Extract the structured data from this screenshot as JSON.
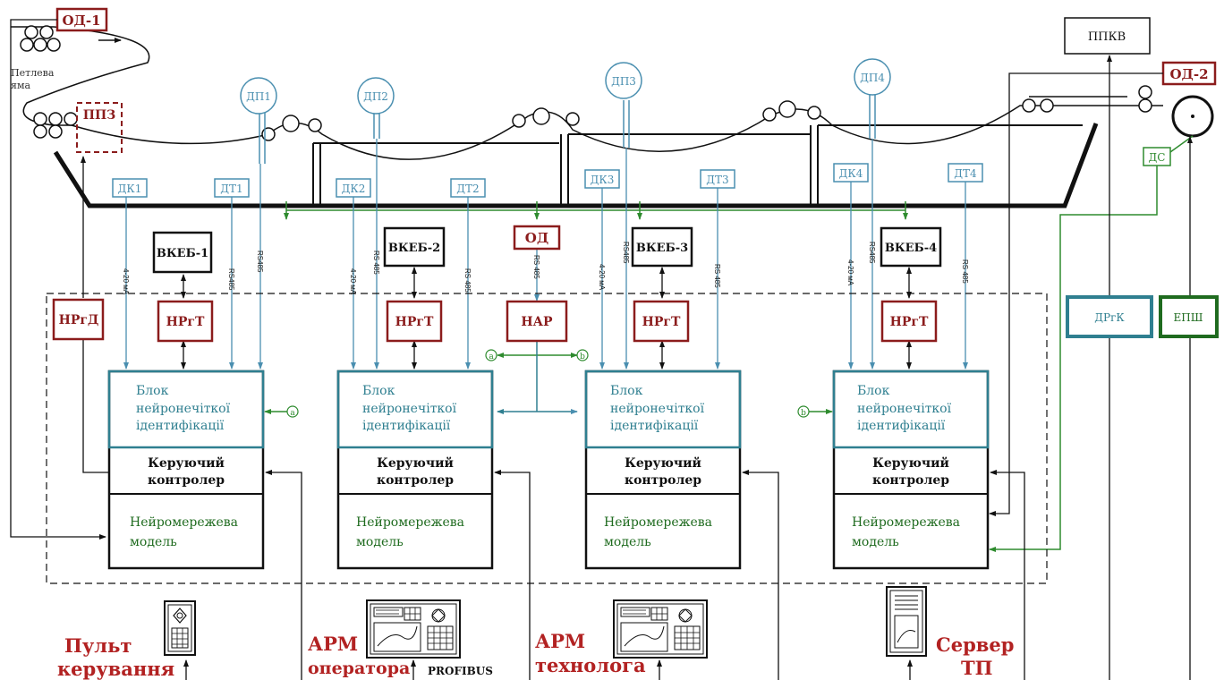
{
  "top": {
    "od1": "ОД-1",
    "od2": "ОД-2",
    "loop_pit_line1": "Петлева",
    "loop_pit_line2": "яма",
    "ppz": "ППЗ",
    "ppkv": "ППКВ",
    "ds": "ДС"
  },
  "sensors": {
    "dp": [
      "ДП1",
      "ДП2",
      "ДП3",
      "ДП4"
    ],
    "dk": [
      "ДК1",
      "ДК2",
      "ДК3",
      "ДК4"
    ],
    "dt": [
      "ДТ1",
      "ДТ2",
      "ДТ3",
      "ДТ4"
    ]
  },
  "signals": {
    "ma": "4-20 мА",
    "rs485_a": "RS485",
    "rs485_b": "RS 485"
  },
  "center": {
    "od": "ОД",
    "nar": "НАР",
    "conn_a": "a",
    "conn_b": "b"
  },
  "sections": {
    "vkeb": [
      "ВКЕБ-1",
      "ВКЕБ-2",
      "ВКЕБ-3",
      "ВКЕБ-4"
    ],
    "nrgt": "НРгТ",
    "nrgd": "НРгД",
    "fuzzy_line1": "Блок",
    "fuzzy_line2": "нейронечіткої",
    "fuzzy_line3": "ідентифікації",
    "ctrl_line1": "Керуючий",
    "ctrl_line2": "контролер",
    "nn_line1": "Нейромережева",
    "nn_line2": "модель"
  },
  "drives": {
    "drgk": "ДРгК",
    "epsh": "ЕПШ"
  },
  "bottom": {
    "console_line1": "Пульт",
    "console_line2": "керування",
    "arm_op_line1": "АРМ",
    "arm_op_line2": "оператора",
    "profibus": "PROFIBUS",
    "arm_tech_line1": "АРМ",
    "arm_tech_line2": "технолога",
    "server_line1": "Сервер",
    "server_line2": "ТП"
  },
  "colors": {
    "dark_red": "#8b1c1c",
    "teal": "#2f7f90",
    "light_blue": "#4a8fb0",
    "green": "#2e8b2e",
    "dark_green": "#1f6b1f",
    "black": "#111111"
  }
}
